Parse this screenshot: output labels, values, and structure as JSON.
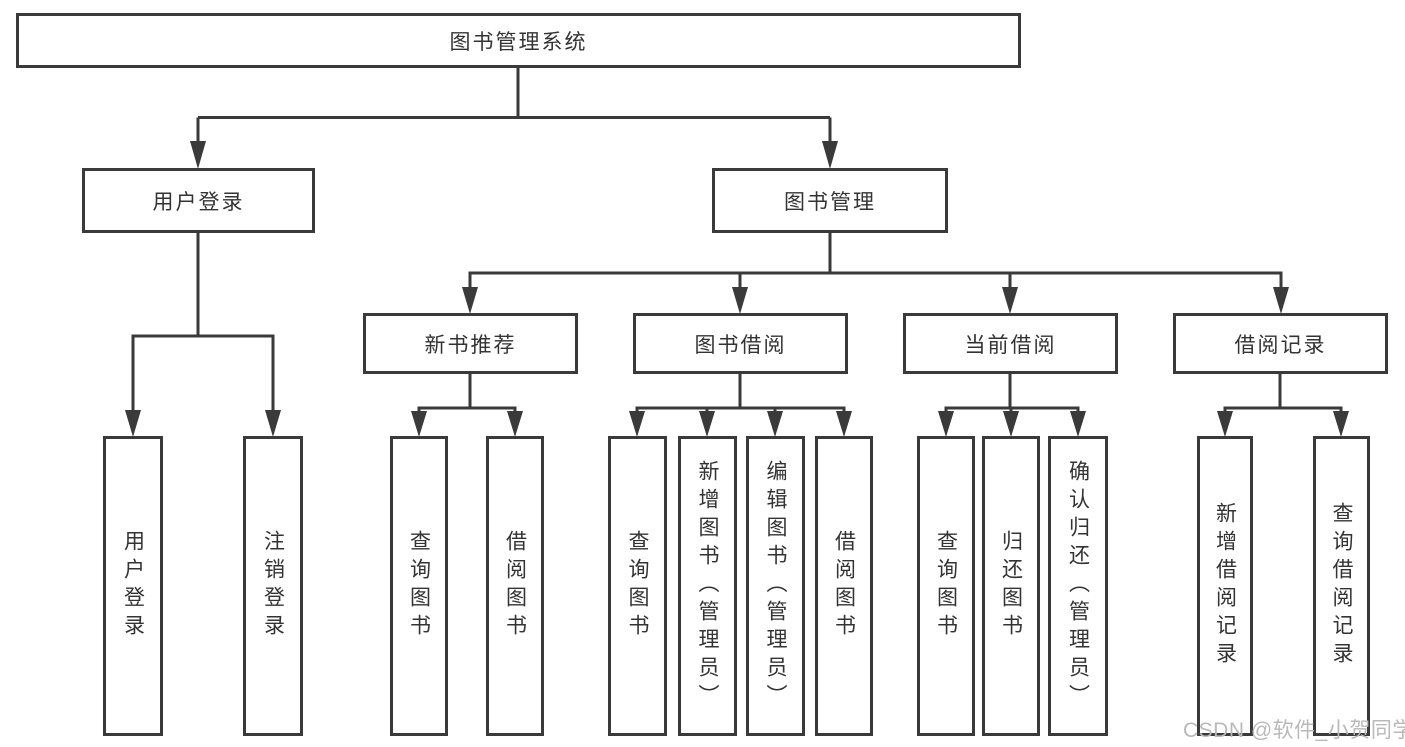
{
  "diagram": {
    "title": "图书管理系统",
    "nodes": {
      "root": "图书管理系统",
      "user_login": "用户登录",
      "book_mgmt": "图书管理",
      "new_book_rec": "新书推荐",
      "book_borrow": "图书借阅",
      "current_borrow": "当前借阅",
      "borrow_records": "借阅记录",
      "leaf_user_login": "用户登录",
      "leaf_logout": "注销登录",
      "leaf_nbr_query": "查询图书",
      "leaf_nbr_borrow": "借阅图书",
      "leaf_bb_query": "查询图书",
      "leaf_bb_add": "新增图书（管理员）",
      "leaf_bb_edit": "编辑图书（管理员）",
      "leaf_bb_borrow": "借阅图书",
      "leaf_cb_query": "查询图书",
      "leaf_cb_return": "归还图书",
      "leaf_cb_confirm": "确认归还（管理员）",
      "leaf_br_add": "新增借阅记录",
      "leaf_br_query": "查询借阅记录"
    },
    "colors": {
      "line": "#3a3a3a",
      "box_border": "#3a3a3a",
      "text": "#333333",
      "background": "#ffffff",
      "watermark": "#b9b9b9"
    }
  },
  "watermark": {
    "text": "CSDN @软件_小贺同学"
  }
}
